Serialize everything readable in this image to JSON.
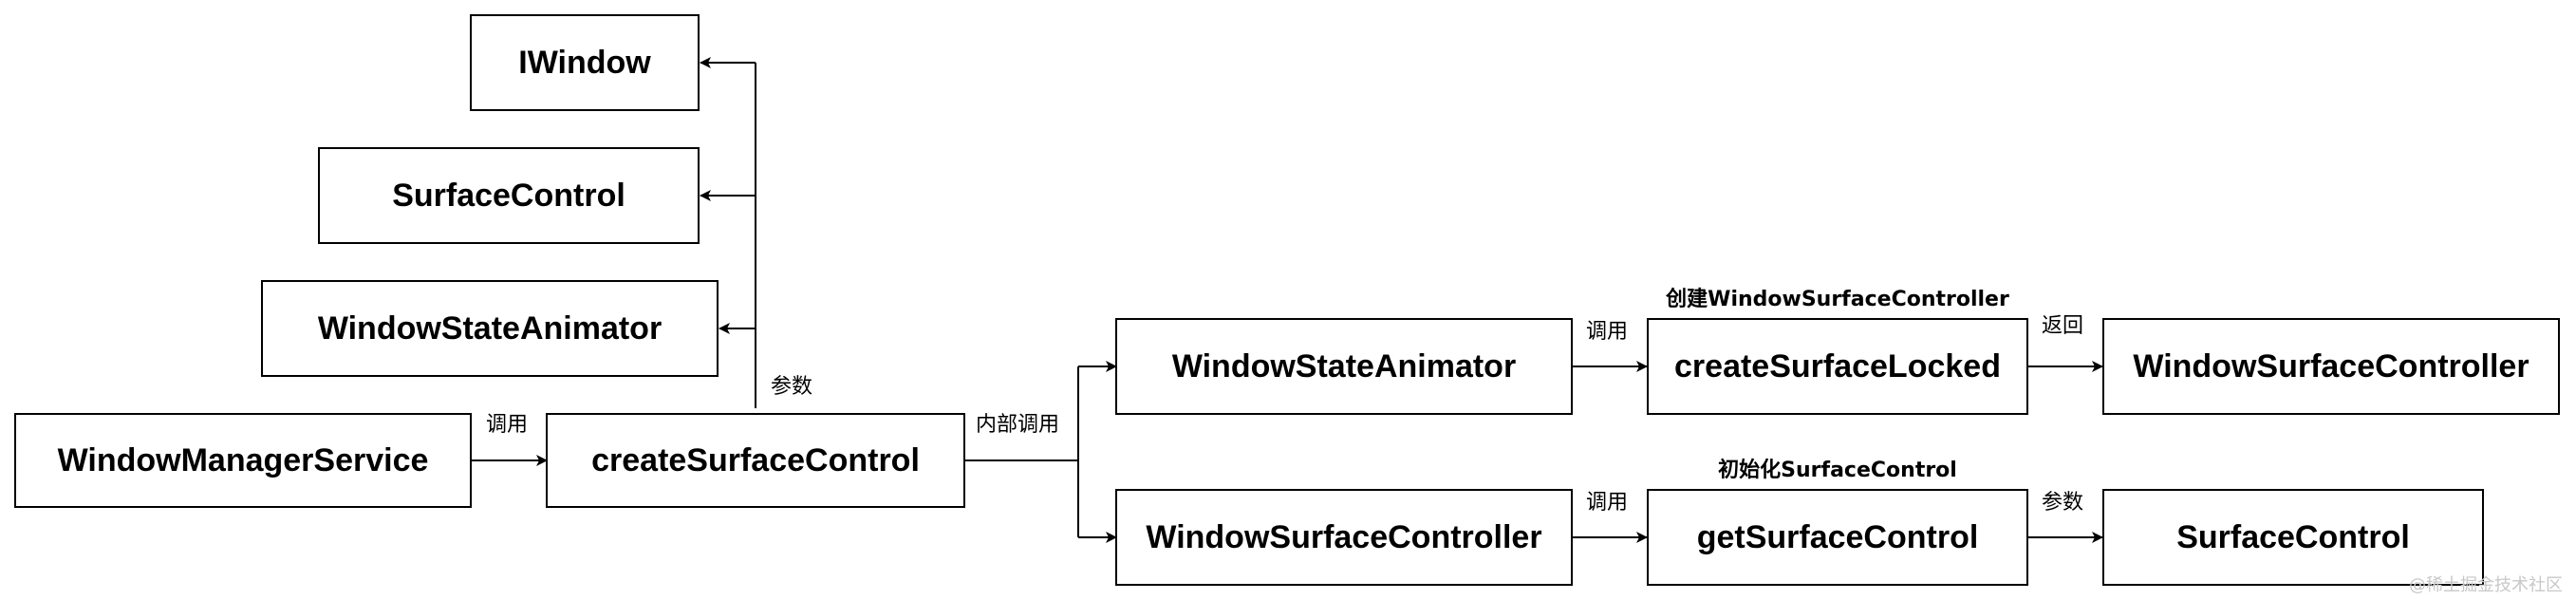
{
  "nodes": {
    "iwindow": "IWindow",
    "surface_control_param": "SurfaceControl",
    "window_state_animator_param": "WindowStateAnimator",
    "window_manager_service": "WindowManagerService",
    "create_surface_control": "createSurfaceControl",
    "window_state_animator": "WindowStateAnimator",
    "create_surface_locked": "createSurfaceLocked",
    "window_surface_controller_result": "WindowSurfaceController",
    "window_surface_controller": "WindowSurfaceController",
    "get_surface_control": "getSurfaceControl",
    "surface_control_result": "SurfaceControl"
  },
  "edge_labels": {
    "params": "参数",
    "call_wms": "调用",
    "internal_call": "内部调用",
    "call_top": "调用",
    "return": "返回",
    "call_bottom": "调用",
    "param_bottom": "参数"
  },
  "titles": {
    "create_wsc": "创建WindowSurfaceController",
    "init_sc": "初始化SurfaceControl"
  },
  "watermark": "@稀土掘金技术社区"
}
